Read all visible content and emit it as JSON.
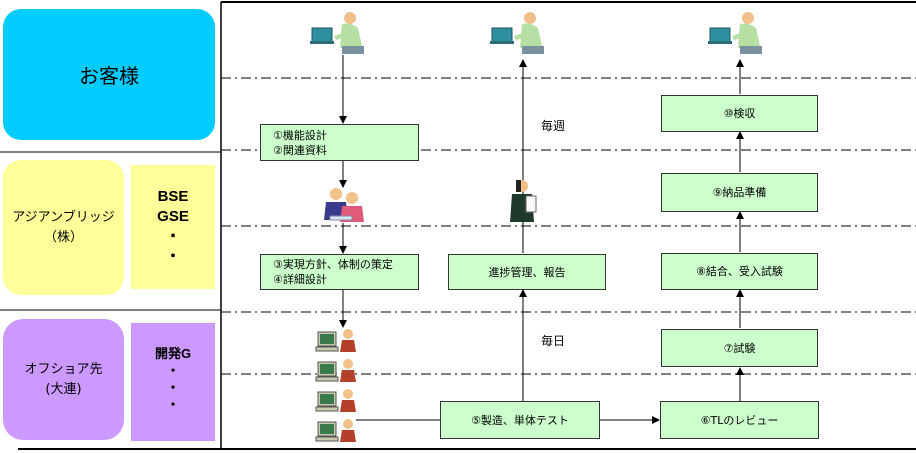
{
  "lanes": {
    "customer": "お客様",
    "asia_line1": "アジアンブリッジ",
    "asia_line2": "（株）",
    "offshore_line1": "オフショア先",
    "offshore_line2": "(大連)"
  },
  "side_panels": {
    "asia": [
      "BSE",
      "GSE",
      "・",
      "・"
    ],
    "offshore": [
      "開発G",
      "・",
      "・",
      "・"
    ]
  },
  "boxes": {
    "b1_line1": "①機能設計",
    "b1_line2": "②関連資料",
    "b3_line1": "③実現方針、体制の策定",
    "b3_line2": "④詳細設計",
    "b5": "⑤製造、単体テスト",
    "b6": "⑥TLのレビュー",
    "b7": "⑦試験",
    "b8": "⑧結合、受入試験",
    "b9": "⑨納品準備",
    "b10": "⑩検収",
    "progress": "進捗管理、報告"
  },
  "labels": {
    "weekly": "毎週",
    "daily": "毎日"
  },
  "colors": {
    "customer_lane": "#00ccff",
    "asia_lane": "#ffff99",
    "offshore_lane": "#cc99ff",
    "process_box": "#ccffcc"
  },
  "icons": [
    "person-at-laptop-icon",
    "consultants-icon",
    "phone-businessman-icon",
    "developer-at-pc-icon"
  ]
}
